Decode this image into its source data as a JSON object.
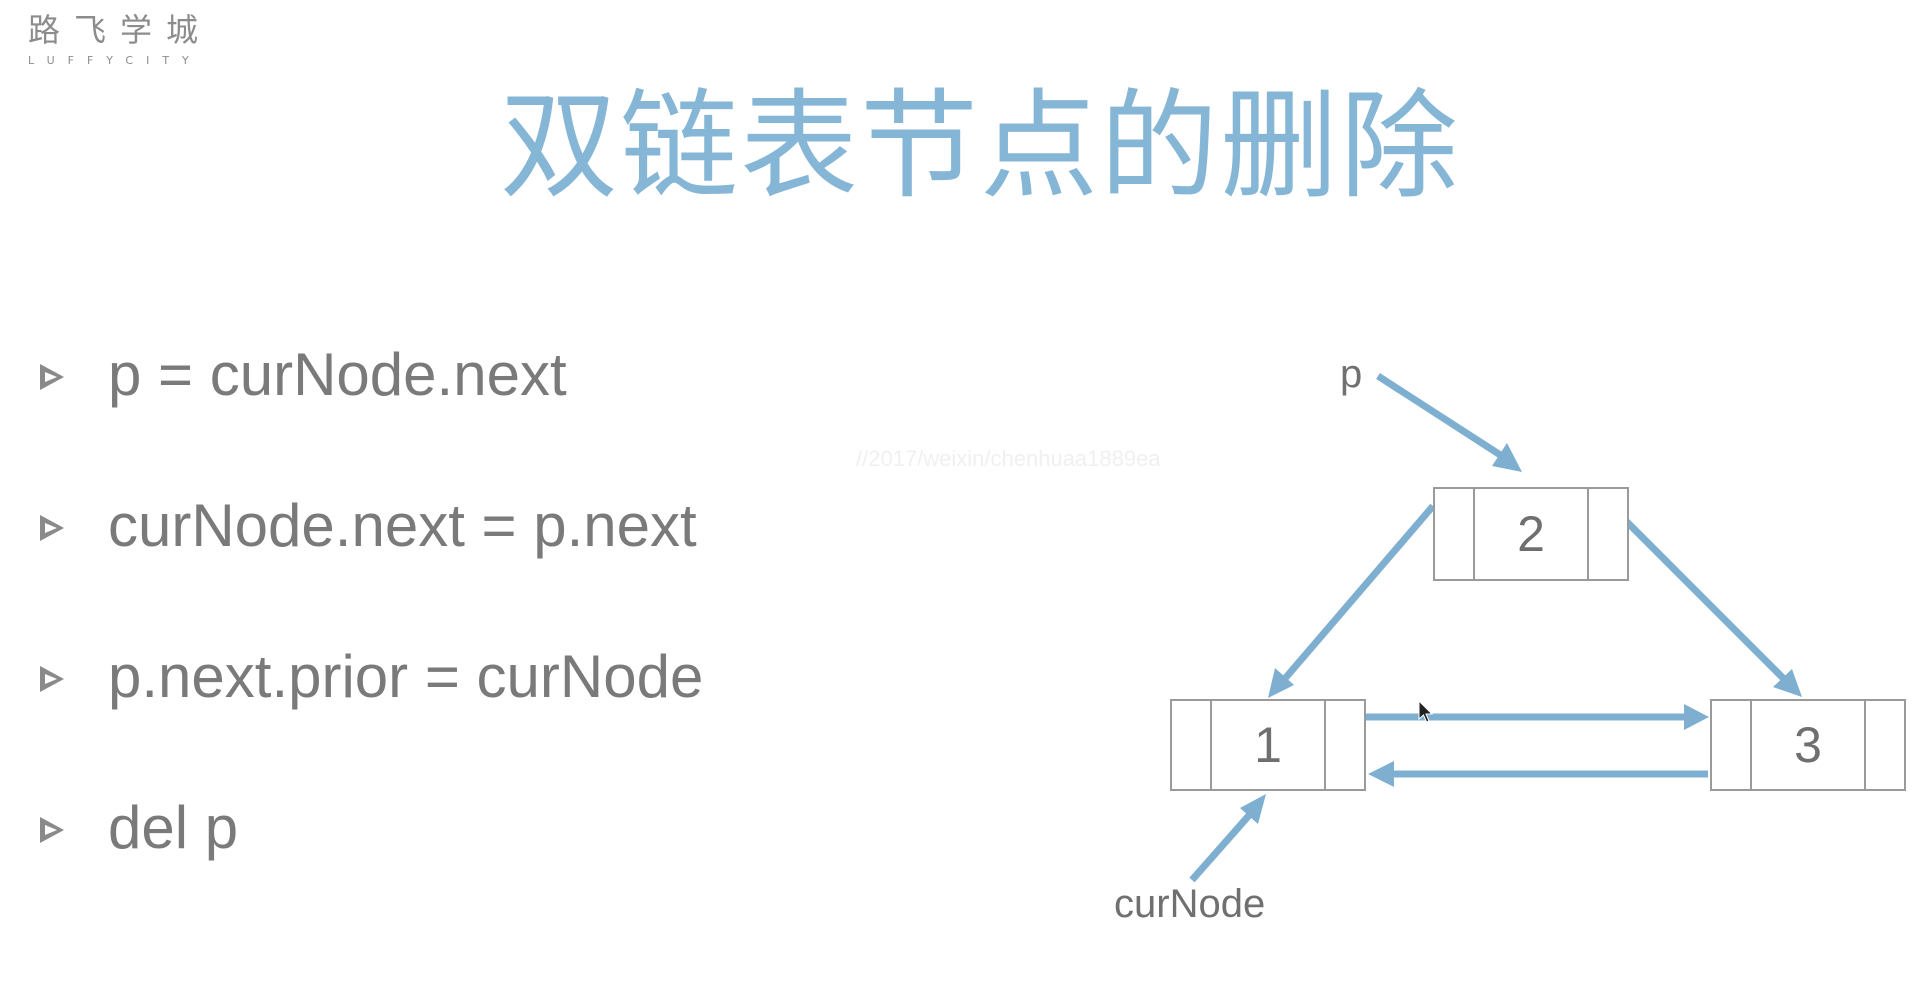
{
  "logo": {
    "name_cn": "路飞学城",
    "name_en": "LUFFYCITY"
  },
  "title": "双链表节点的删除",
  "watermark": "//2017/weixin/chenhuaa1889ea",
  "bullets": [
    {
      "text": "p = curNode.next"
    },
    {
      "text": "curNode.next = p.next"
    },
    {
      "text": "p.next.prior = curNode"
    },
    {
      "text": "del p"
    }
  ],
  "diagram": {
    "nodes": [
      {
        "value": "1"
      },
      {
        "value": "2"
      },
      {
        "value": "3"
      }
    ],
    "pointer_p": "p",
    "pointer_curNode": "curNode",
    "arrow_color": "#7fafd0",
    "node_border_color": "#9a9a9a"
  },
  "colors": {
    "title": "#86b6d6",
    "text": "#7a7a7a",
    "bullet_icon": "#8a8a8a"
  }
}
